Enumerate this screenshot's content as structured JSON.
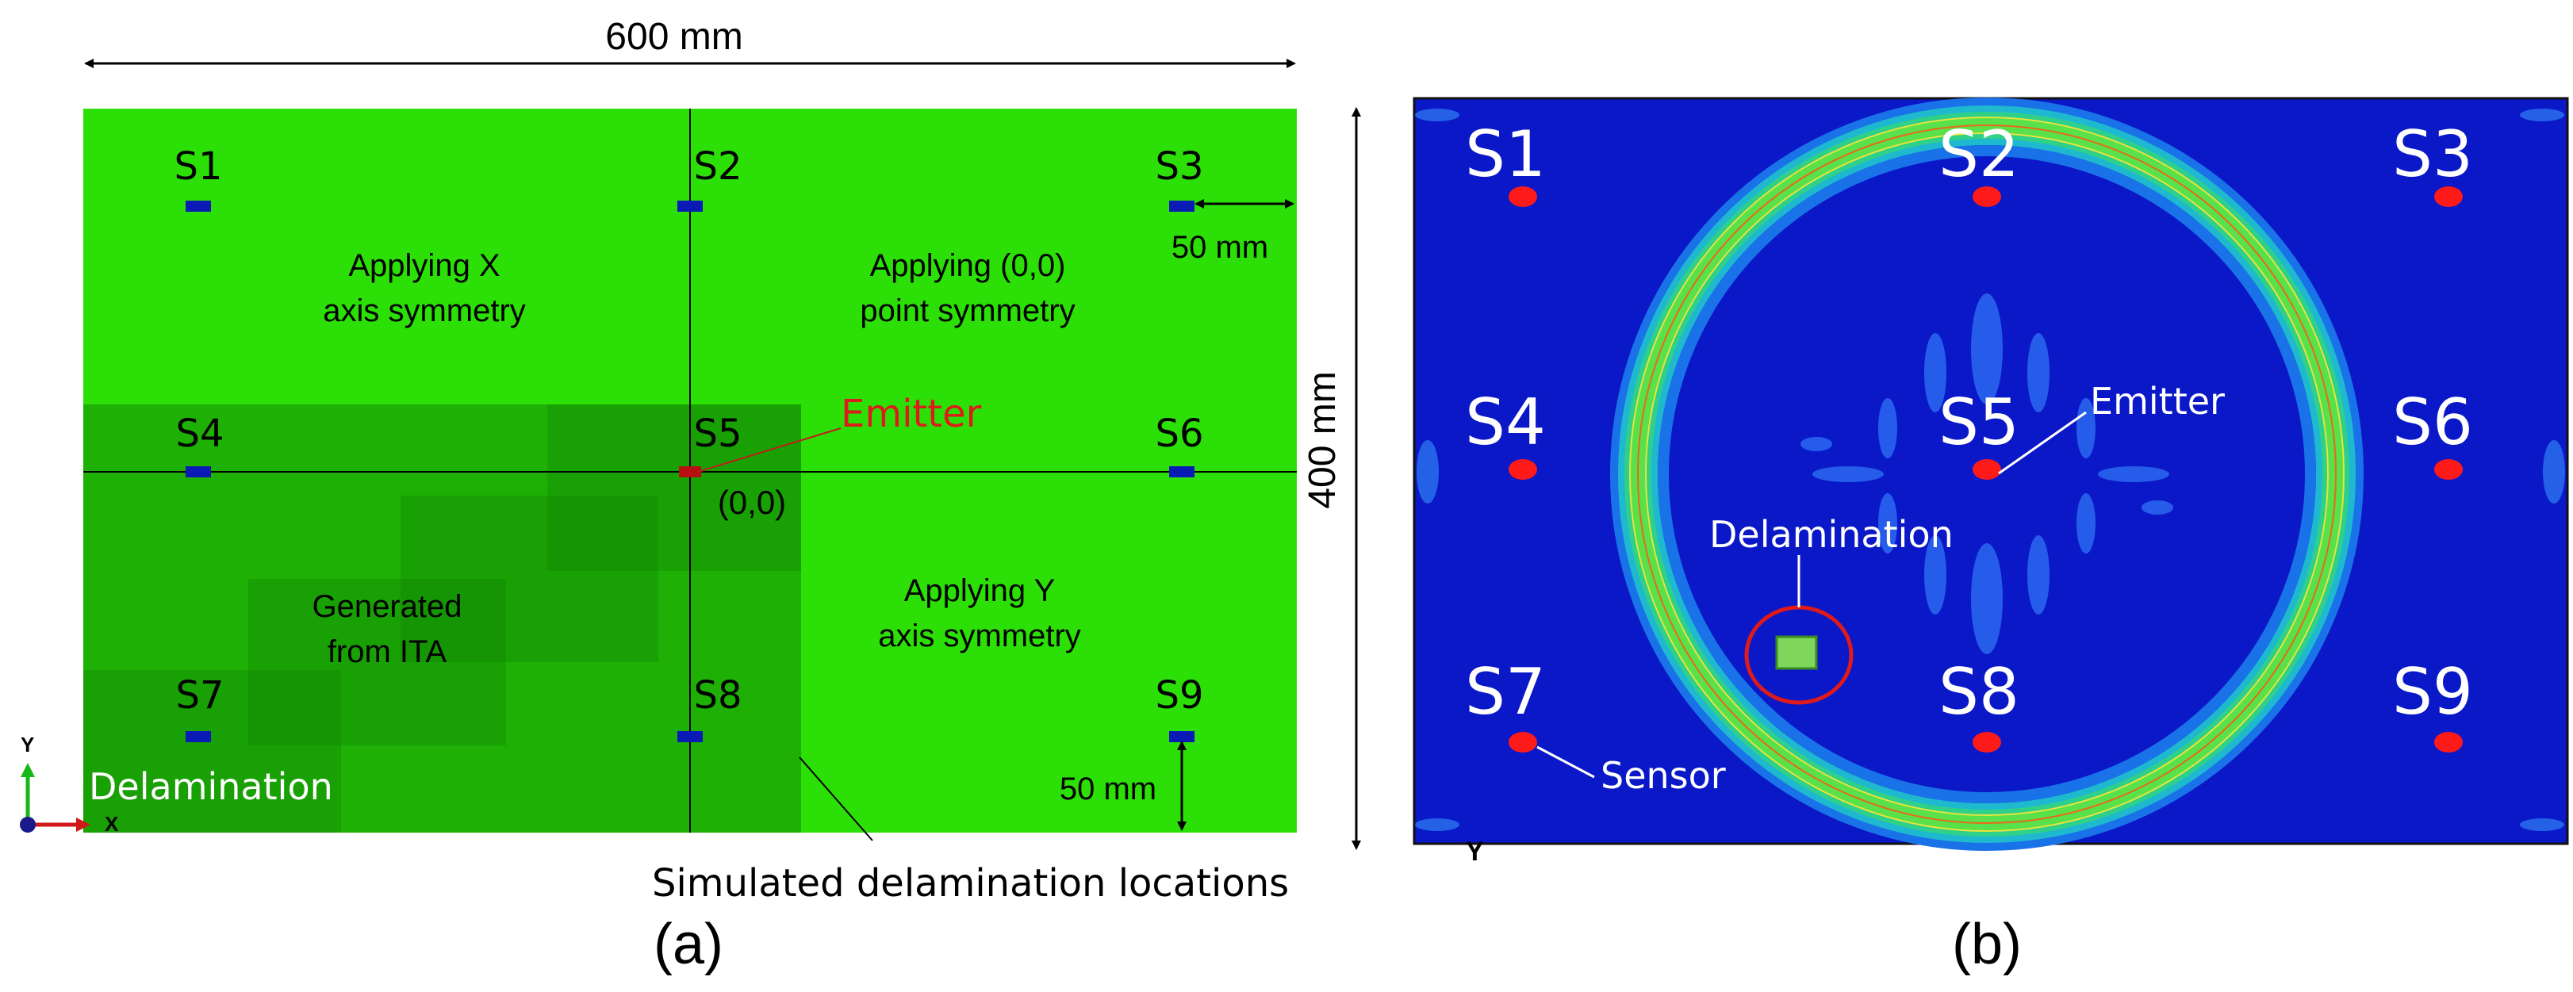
{
  "panel_a": {
    "width_label": "600 mm",
    "height_label": "400 mm",
    "sensors": [
      "S1",
      "S2",
      "S3",
      "S4",
      "S5",
      "S6",
      "S7",
      "S8",
      "S9"
    ],
    "regions": {
      "x_symmetry": [
        "Applying X",
        "axis symmetry"
      ],
      "point_symmetry": [
        "Applying (0,0)",
        "point symmetry"
      ],
      "y_symmetry": [
        "Applying Y",
        "axis symmetry"
      ],
      "generated": [
        "Generated",
        "from ITA"
      ]
    },
    "emitter_label": "Emitter",
    "origin_label": "(0,0)",
    "offset_right_label": "50 mm",
    "offset_bottom_label": "50 mm",
    "delamination_label": "Delamination",
    "simulated_label": "Simulated delamination locations",
    "axis_y": "Y",
    "axis_x": "X",
    "caption": "(a)"
  },
  "panel_b": {
    "sensors": [
      "S1",
      "S2",
      "S3",
      "S4",
      "S5",
      "S6",
      "S7",
      "S8",
      "S9"
    ],
    "emitter_label": "Emitter",
    "delamination_label": "Delamination",
    "sensor_label": "Sensor",
    "axis_y": "Y",
    "caption": "(b)"
  },
  "colors": {
    "plate_green": "#2cdf06",
    "dark_green": "#148c0a",
    "sensor_blue": "#0a1ab4",
    "emitter_red": "#dd1b1b",
    "field_blue": "#0a18c8",
    "sensor_red": "#ff1a1a"
  }
}
